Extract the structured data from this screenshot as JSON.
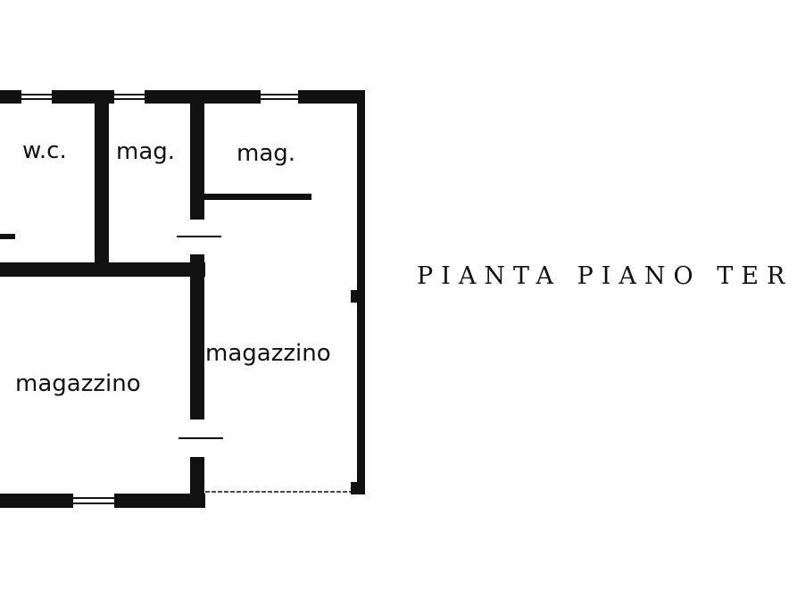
{
  "rooms": {
    "wc": "w.c.",
    "mag_1": "mag.",
    "mag_2": "mag.",
    "magazzino_right": "magazzino",
    "magazzino_left": "magazzino"
  },
  "plan_title": "PIANTA PIANO TER"
}
